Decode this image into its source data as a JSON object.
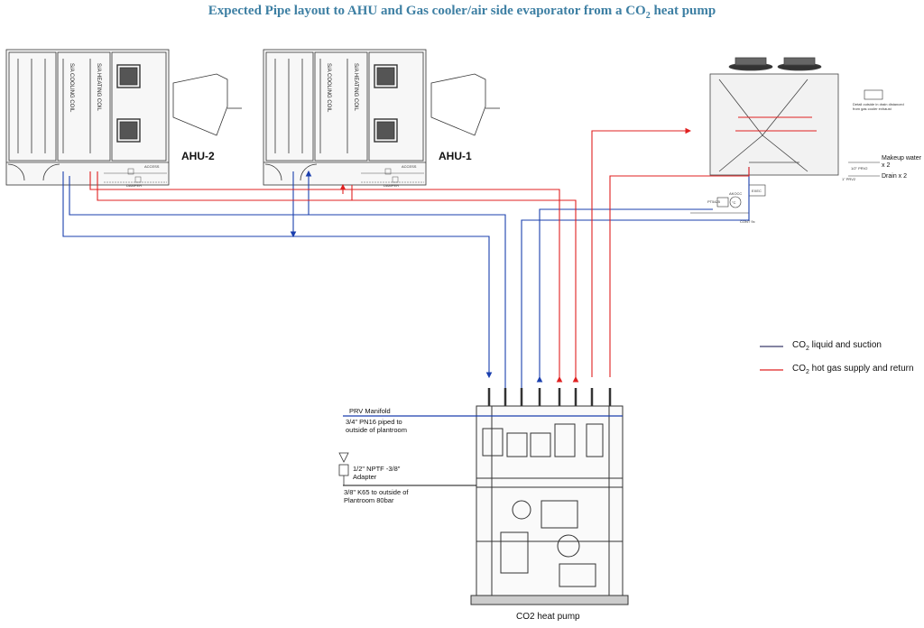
{
  "title": {
    "main": "Expected Pipe layout to  AHU and Gas cooler/air side evaporator from a CO",
    "sub": "2",
    "tail": " heat pump"
  },
  "ahu2": {
    "label": "AHU-2",
    "cooling_coil": "S/A COOLING COIL",
    "heating_coil": "S/A HEATING COIL",
    "access": "ACCESS",
    "damper": "DAMPER"
  },
  "ahu1": {
    "label": "AHU-1",
    "cooling_coil": "S/A COOLING COIL",
    "heating_coil": "S/A HEATING COIL",
    "access": "ACCESS",
    "damper": "DAMPER"
  },
  "gas_cooler": {
    "detail_note": "Detail outside in drain distanced from gas cooler exhaust",
    "makeup_water": "Makeup water x 2",
    "drain": "Drain x 2",
    "prv1": "1/2\" PRV2",
    "prv2": "1\" PRV2",
    "exec": "EXEC",
    "akocc": "AKOCC",
    "pt": "PT5425",
    "temp": "°C",
    "cont": "CONT 9c"
  },
  "legend": [
    {
      "text": "CO",
      "sub": "2",
      "tail": " liquid and suction",
      "color": "#3a3a6a"
    },
    {
      "text": "CO",
      "sub": "2",
      "tail": " hot gas supply and return",
      "color": "#e02020"
    }
  ],
  "prv": {
    "manifold": "PRV Manifold",
    "pipe_note1": "3/4\" PN16 piped to",
    "pipe_note2": "outside of plantroom",
    "adapter1": "1/2\" NPTF -3/8\"",
    "adapter2": "Adapter",
    "k65_1": "3/8\" K65 to outside of",
    "k65_2": "Plantroom 80bar"
  },
  "heat_pump": {
    "label": "CO2 heat pump"
  },
  "colors": {
    "red": "#e02020",
    "blue": "#1a3fae",
    "title": "#3d7fa3"
  }
}
